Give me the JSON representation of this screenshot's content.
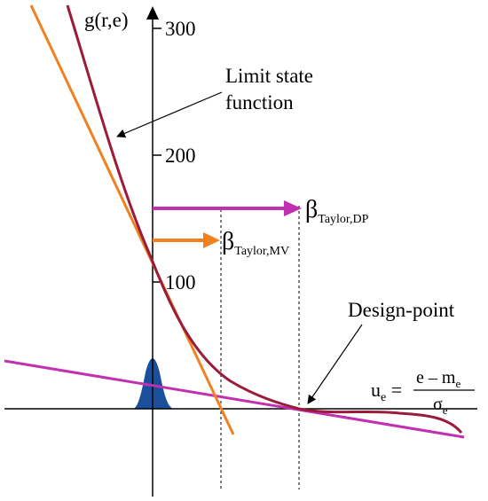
{
  "y_axis": {
    "label": "g(r,e)",
    "ticks": [
      "300",
      "200",
      "100"
    ]
  },
  "x_axis": {
    "label_u": "u",
    "label_u_sub": "e",
    "fraction_numerator": "e – m",
    "numerator_sub": "e",
    "fraction_denominator": "σ",
    "denominator_sub": "e"
  },
  "annotations": {
    "limit_state_line1": "Limit state",
    "limit_state_line2": "function",
    "design_point": "Design-point",
    "beta_dp_symbol": "β",
    "beta_dp_sub": "Taylor,DP",
    "beta_mv_symbol": "β",
    "beta_mv_sub": "Taylor,MV"
  },
  "colors": {
    "limit_state_curve": "#9b1b3a",
    "mean_value_tangent": "#f08020",
    "design_point_tangent": "#c030b0",
    "distribution_fill": "#1a4f9c",
    "axes": "#000000"
  }
}
